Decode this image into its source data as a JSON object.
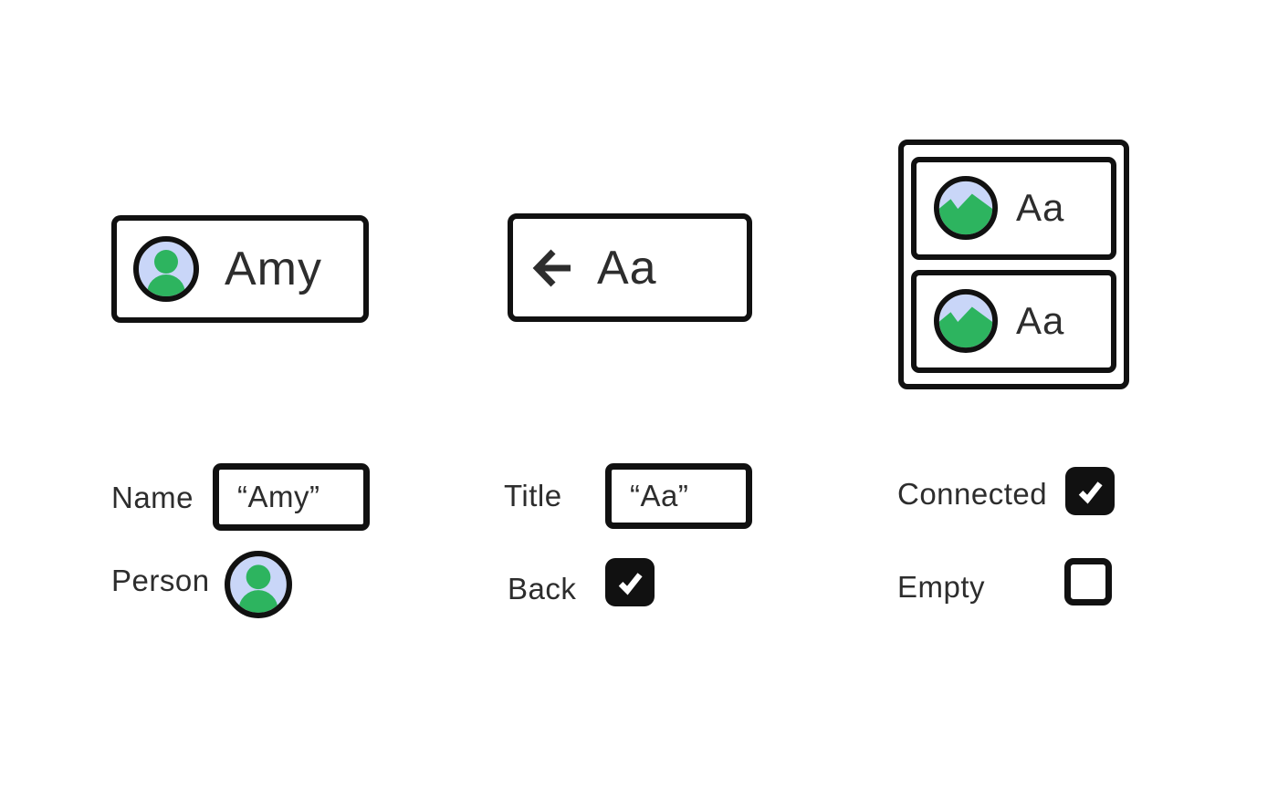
{
  "palette": {
    "background": "#ffffff",
    "border_ink": "#111111",
    "text_ink": "#2d2d2d",
    "avatar_bg": "#c9d6f8",
    "accent_green": "#2db45f",
    "checkbox_checked_bg": "#111111",
    "checkmark_color": "#ffffff"
  },
  "person_section": {
    "card": {
      "title": "Amy",
      "icon": "person-avatar-icon"
    },
    "properties": {
      "name": {
        "label": "Name",
        "value": "“Amy”"
      },
      "person": {
        "label": "Person",
        "value": "person-avatar-icon"
      }
    }
  },
  "back_section": {
    "card": {
      "title": "Aa",
      "icon": "back-arrow-icon"
    },
    "properties": {
      "title": {
        "label": "Title",
        "value": "“Aa”"
      },
      "back": {
        "label": "Back",
        "checked": true
      }
    }
  },
  "connected_section": {
    "cards": [
      {
        "title": "Aa",
        "icon": "image-icon"
      },
      {
        "title": "Aa",
        "icon": "image-icon"
      }
    ],
    "properties": {
      "connected": {
        "label": "Connected",
        "checked": true
      },
      "empty": {
        "label": "Empty",
        "checked": false
      }
    }
  }
}
